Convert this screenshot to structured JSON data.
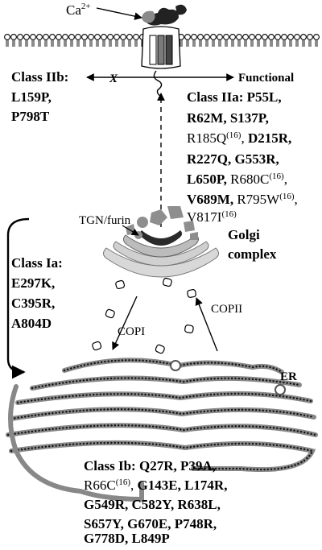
{
  "calcium": {
    "base": "Ca",
    "sup": "2+"
  },
  "class_2b": {
    "title": "Class IIb:",
    "mutations": [
      "L159P,",
      "P798T"
    ]
  },
  "functional": {
    "x_mark": "X",
    "label": "Functional"
  },
  "class_2a": {
    "title": "Class IIa:",
    "m1": "P55L,",
    "m2": "R62M,",
    "m3": "S137P,",
    "m4_base": "R185Q",
    "m4_sup": "(16)",
    "m4_end": ",",
    "m5": "D215R,",
    "m6": "R227Q,",
    "m7": "G553R,",
    "m8": "L650P,",
    "m9_base": "R680C",
    "m9_sup": "(16)",
    "m9_end": ",",
    "m10": "V689M,",
    "m11_base": "R795W",
    "m11_sup": "(16)",
    "m11_end": ",",
    "m12_base": "V817I",
    "m12_sup": "(16)"
  },
  "tgn_label": "TGN/furin",
  "golgi": {
    "line1": "Golgi",
    "line2": "complex"
  },
  "class_1a": {
    "title": "Class Ia:",
    "mutations": [
      "E297K,",
      "C395R,",
      "A804D"
    ]
  },
  "copi_label": "COPI",
  "copii_label": "COPII",
  "er_label": "ER",
  "class_1b": {
    "title": "Class Ib:",
    "m1": "Q27R,",
    "m2": "P39A,",
    "m3_base": "R66C",
    "m3_sup": "(16)",
    "m3_end": ",",
    "m4": "G143E,",
    "m5": "L174R,",
    "m6": "G549R,",
    "m7": "C582Y,",
    "m8": "R638L,",
    "m9": "S657Y,",
    "m10": "G670E,",
    "m11": "P748R,",
    "m12": "G778D,",
    "m13": "L849P"
  }
}
